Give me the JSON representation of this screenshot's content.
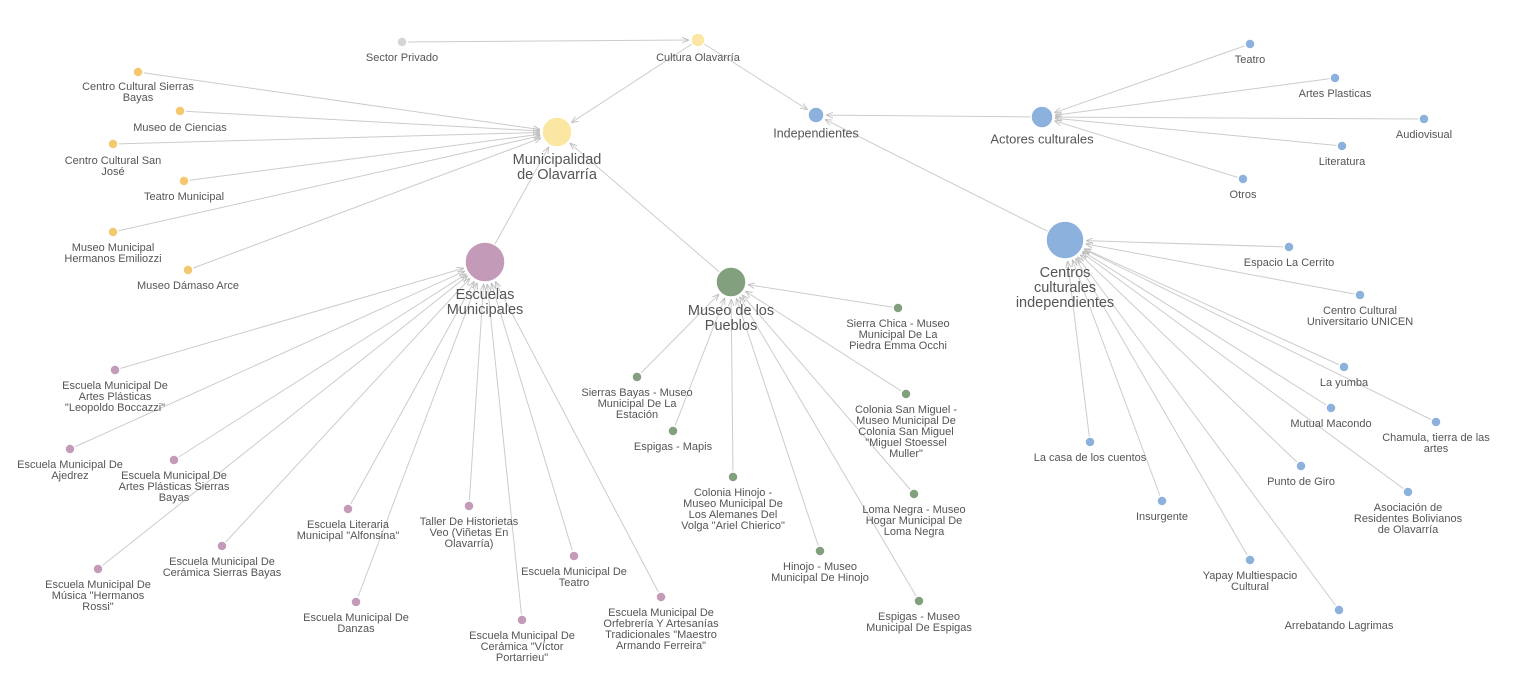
{
  "colors": {
    "root": "#fbe7a1",
    "municipal": "#f5c76e",
    "escuelas": "#c39bb8",
    "museos": "#82a07e",
    "independientes": "#8bb1dc",
    "private": "#d5d5d5",
    "edge": "#cccccc",
    "label": "#555555"
  },
  "nodes": [
    {
      "id": "cultura",
      "label": "Cultura Olavarría",
      "group": "root"
    },
    {
      "id": "privado",
      "label": "Sector Privado",
      "group": "private"
    },
    {
      "id": "muni",
      "label": "Municipalidad de Olavarría",
      "group": "root"
    },
    {
      "id": "ccsb",
      "label": "Centro Cultural Sierras Bayas",
      "group": "municipal"
    },
    {
      "id": "mciencias",
      "label": "Museo de Ciencias",
      "group": "municipal"
    },
    {
      "id": "ccsj",
      "label": "Centro Cultural San José",
      "group": "municipal"
    },
    {
      "id": "teatromun",
      "label": "Teatro Municipal",
      "group": "municipal"
    },
    {
      "id": "mhe",
      "label": "Museo Municipal Hermanos Emiliozzi",
      "group": "municipal"
    },
    {
      "id": "mda",
      "label": "Museo Dámaso Arce",
      "group": "municipal"
    },
    {
      "id": "escuelas",
      "label": "Escuelas Municipales",
      "group": "escuelas"
    },
    {
      "id": "e_apb",
      "label": "Escuela Municipal De Artes Plásticas \"Leopoldo Boccazzi\"",
      "group": "escuelas"
    },
    {
      "id": "e_aje",
      "label": "Escuela Municipal De Ajedrez",
      "group": "escuelas"
    },
    {
      "id": "e_apsb",
      "label": "Escuela Municipal De Artes Plásticas Sierras Bayas",
      "group": "escuelas"
    },
    {
      "id": "e_csb",
      "label": "Escuela Municipal De Cerámica Sierras Bayas",
      "group": "escuelas"
    },
    {
      "id": "e_mus",
      "label": "Escuela Municipal De Música \"Hermanos Rossi\"",
      "group": "escuelas"
    },
    {
      "id": "e_lit",
      "label": "Escuela Literaria Municipal \"Alfonsina\"",
      "group": "escuelas"
    },
    {
      "id": "e_dan",
      "label": "Escuela Municipal De Danzas",
      "group": "escuelas"
    },
    {
      "id": "e_his",
      "label": "Taller De Historietas Veo (Viñetas En Olavarría)",
      "group": "escuelas"
    },
    {
      "id": "e_cvp",
      "label": "Escuela Municipal De Cerámica \"Víctor Portarrieu\"",
      "group": "escuelas"
    },
    {
      "id": "e_tea",
      "label": "Escuela Municipal De Teatro",
      "group": "escuelas"
    },
    {
      "id": "e_orf",
      "label": "Escuela Municipal De Orfebrería Y Artesanías Tradicionales \"Maestro Armando Ferreira\"",
      "group": "escuelas"
    },
    {
      "id": "museos",
      "label": "Museo de los Pueblos",
      "group": "museos"
    },
    {
      "id": "m_sch",
      "label": "Sierra Chica - Museo Municipal De La Piedra Emma Occhi",
      "group": "museos"
    },
    {
      "id": "m_sb",
      "label": "Sierras Bayas - Museo Municipal De La Estación",
      "group": "museos"
    },
    {
      "id": "m_map",
      "label": "Espigas - Mapis",
      "group": "museos"
    },
    {
      "id": "m_csm",
      "label": "Colonia San Miguel - Museo Municipal De Colonia San Miguel \"Miguel Stoessel Muller\"",
      "group": "museos"
    },
    {
      "id": "m_ch",
      "label": "Colonia Hinojo - Museo Municipal De Los Alemanes Del Volga \"Ariel Chierico\"",
      "group": "museos"
    },
    {
      "id": "m_ln",
      "label": "Loma Negra - Museo Hogar Municipal De Loma Negra",
      "group": "museos"
    },
    {
      "id": "m_hin",
      "label": "Hinojo - Museo Municipal De Hinojo",
      "group": "museos"
    },
    {
      "id": "m_esp",
      "label": "Espigas - Museo Municipal De Espigas",
      "group": "museos"
    },
    {
      "id": "indep",
      "label": "Independientes",
      "group": "independientes"
    },
    {
      "id": "actores",
      "label": "Actores culturales",
      "group": "independientes"
    },
    {
      "id": "a_tea",
      "label": "Teatro",
      "group": "independientes"
    },
    {
      "id": "a_apl",
      "label": "Artes Plasticas",
      "group": "independientes"
    },
    {
      "id": "a_aud",
      "label": "Audiovisual",
      "group": "independientes"
    },
    {
      "id": "a_lit",
      "label": "Literatura",
      "group": "independientes"
    },
    {
      "id": "a_otr",
      "label": "Otros",
      "group": "independientes"
    },
    {
      "id": "centros",
      "label": "Centros culturales independientes",
      "group": "independientes"
    },
    {
      "id": "c_cer",
      "label": "Espacio La Cerrito",
      "group": "independientes"
    },
    {
      "id": "c_unc",
      "label": "Centro Cultural Universitario UNICEN",
      "group": "independientes"
    },
    {
      "id": "c_yum",
      "label": "La yumba",
      "group": "independientes"
    },
    {
      "id": "c_cha",
      "label": "Chamula, tierra de las artes",
      "group": "independientes"
    },
    {
      "id": "c_mac",
      "label": "Mutual Macondo",
      "group": "independientes"
    },
    {
      "id": "c_cue",
      "label": "La casa de los cuentos",
      "group": "independientes"
    },
    {
      "id": "c_gir",
      "label": "Punto de Giro",
      "group": "independientes"
    },
    {
      "id": "c_bol",
      "label": "Asociación de Residentes Bolivianos de Olavarría",
      "group": "independientes"
    },
    {
      "id": "c_ins",
      "label": "Insurgente",
      "group": "independientes"
    },
    {
      "id": "c_yap",
      "label": "Yapay Multiespacio Cultural",
      "group": "independientes"
    },
    {
      "id": "c_arr",
      "label": "Arrebatando Lagrimas",
      "group": "independientes"
    }
  ],
  "edges": [
    [
      "privado",
      "cultura"
    ],
    [
      "cultura",
      "muni"
    ],
    [
      "cultura",
      "indep"
    ],
    [
      "ccsb",
      "muni"
    ],
    [
      "mciencias",
      "muni"
    ],
    [
      "ccsj",
      "muni"
    ],
    [
      "teatromun",
      "muni"
    ],
    [
      "mhe",
      "muni"
    ],
    [
      "mda",
      "muni"
    ],
    [
      "escuelas",
      "muni"
    ],
    [
      "museos",
      "muni"
    ],
    [
      "e_apb",
      "escuelas"
    ],
    [
      "e_aje",
      "escuelas"
    ],
    [
      "e_apsb",
      "escuelas"
    ],
    [
      "e_csb",
      "escuelas"
    ],
    [
      "e_mus",
      "escuelas"
    ],
    [
      "e_lit",
      "escuelas"
    ],
    [
      "e_dan",
      "escuelas"
    ],
    [
      "e_his",
      "escuelas"
    ],
    [
      "e_cvp",
      "escuelas"
    ],
    [
      "e_tea",
      "escuelas"
    ],
    [
      "e_orf",
      "escuelas"
    ],
    [
      "m_sch",
      "museos"
    ],
    [
      "m_sb",
      "museos"
    ],
    [
      "m_map",
      "museos"
    ],
    [
      "m_csm",
      "museos"
    ],
    [
      "m_ch",
      "museos"
    ],
    [
      "m_ln",
      "museos"
    ],
    [
      "m_hin",
      "museos"
    ],
    [
      "m_esp",
      "museos"
    ],
    [
      "actores",
      "indep"
    ],
    [
      "centros",
      "indep"
    ],
    [
      "a_tea",
      "actores"
    ],
    [
      "a_apl",
      "actores"
    ],
    [
      "a_aud",
      "actores"
    ],
    [
      "a_lit",
      "actores"
    ],
    [
      "a_otr",
      "actores"
    ],
    [
      "c_cer",
      "centros"
    ],
    [
      "c_unc",
      "centros"
    ],
    [
      "c_yum",
      "centros"
    ],
    [
      "c_cha",
      "centros"
    ],
    [
      "c_mac",
      "centros"
    ],
    [
      "c_cue",
      "centros"
    ],
    [
      "c_gir",
      "centros"
    ],
    [
      "c_bol",
      "centros"
    ],
    [
      "c_ins",
      "centros"
    ],
    [
      "c_yap",
      "centros"
    ],
    [
      "c_arr",
      "centros"
    ]
  ]
}
